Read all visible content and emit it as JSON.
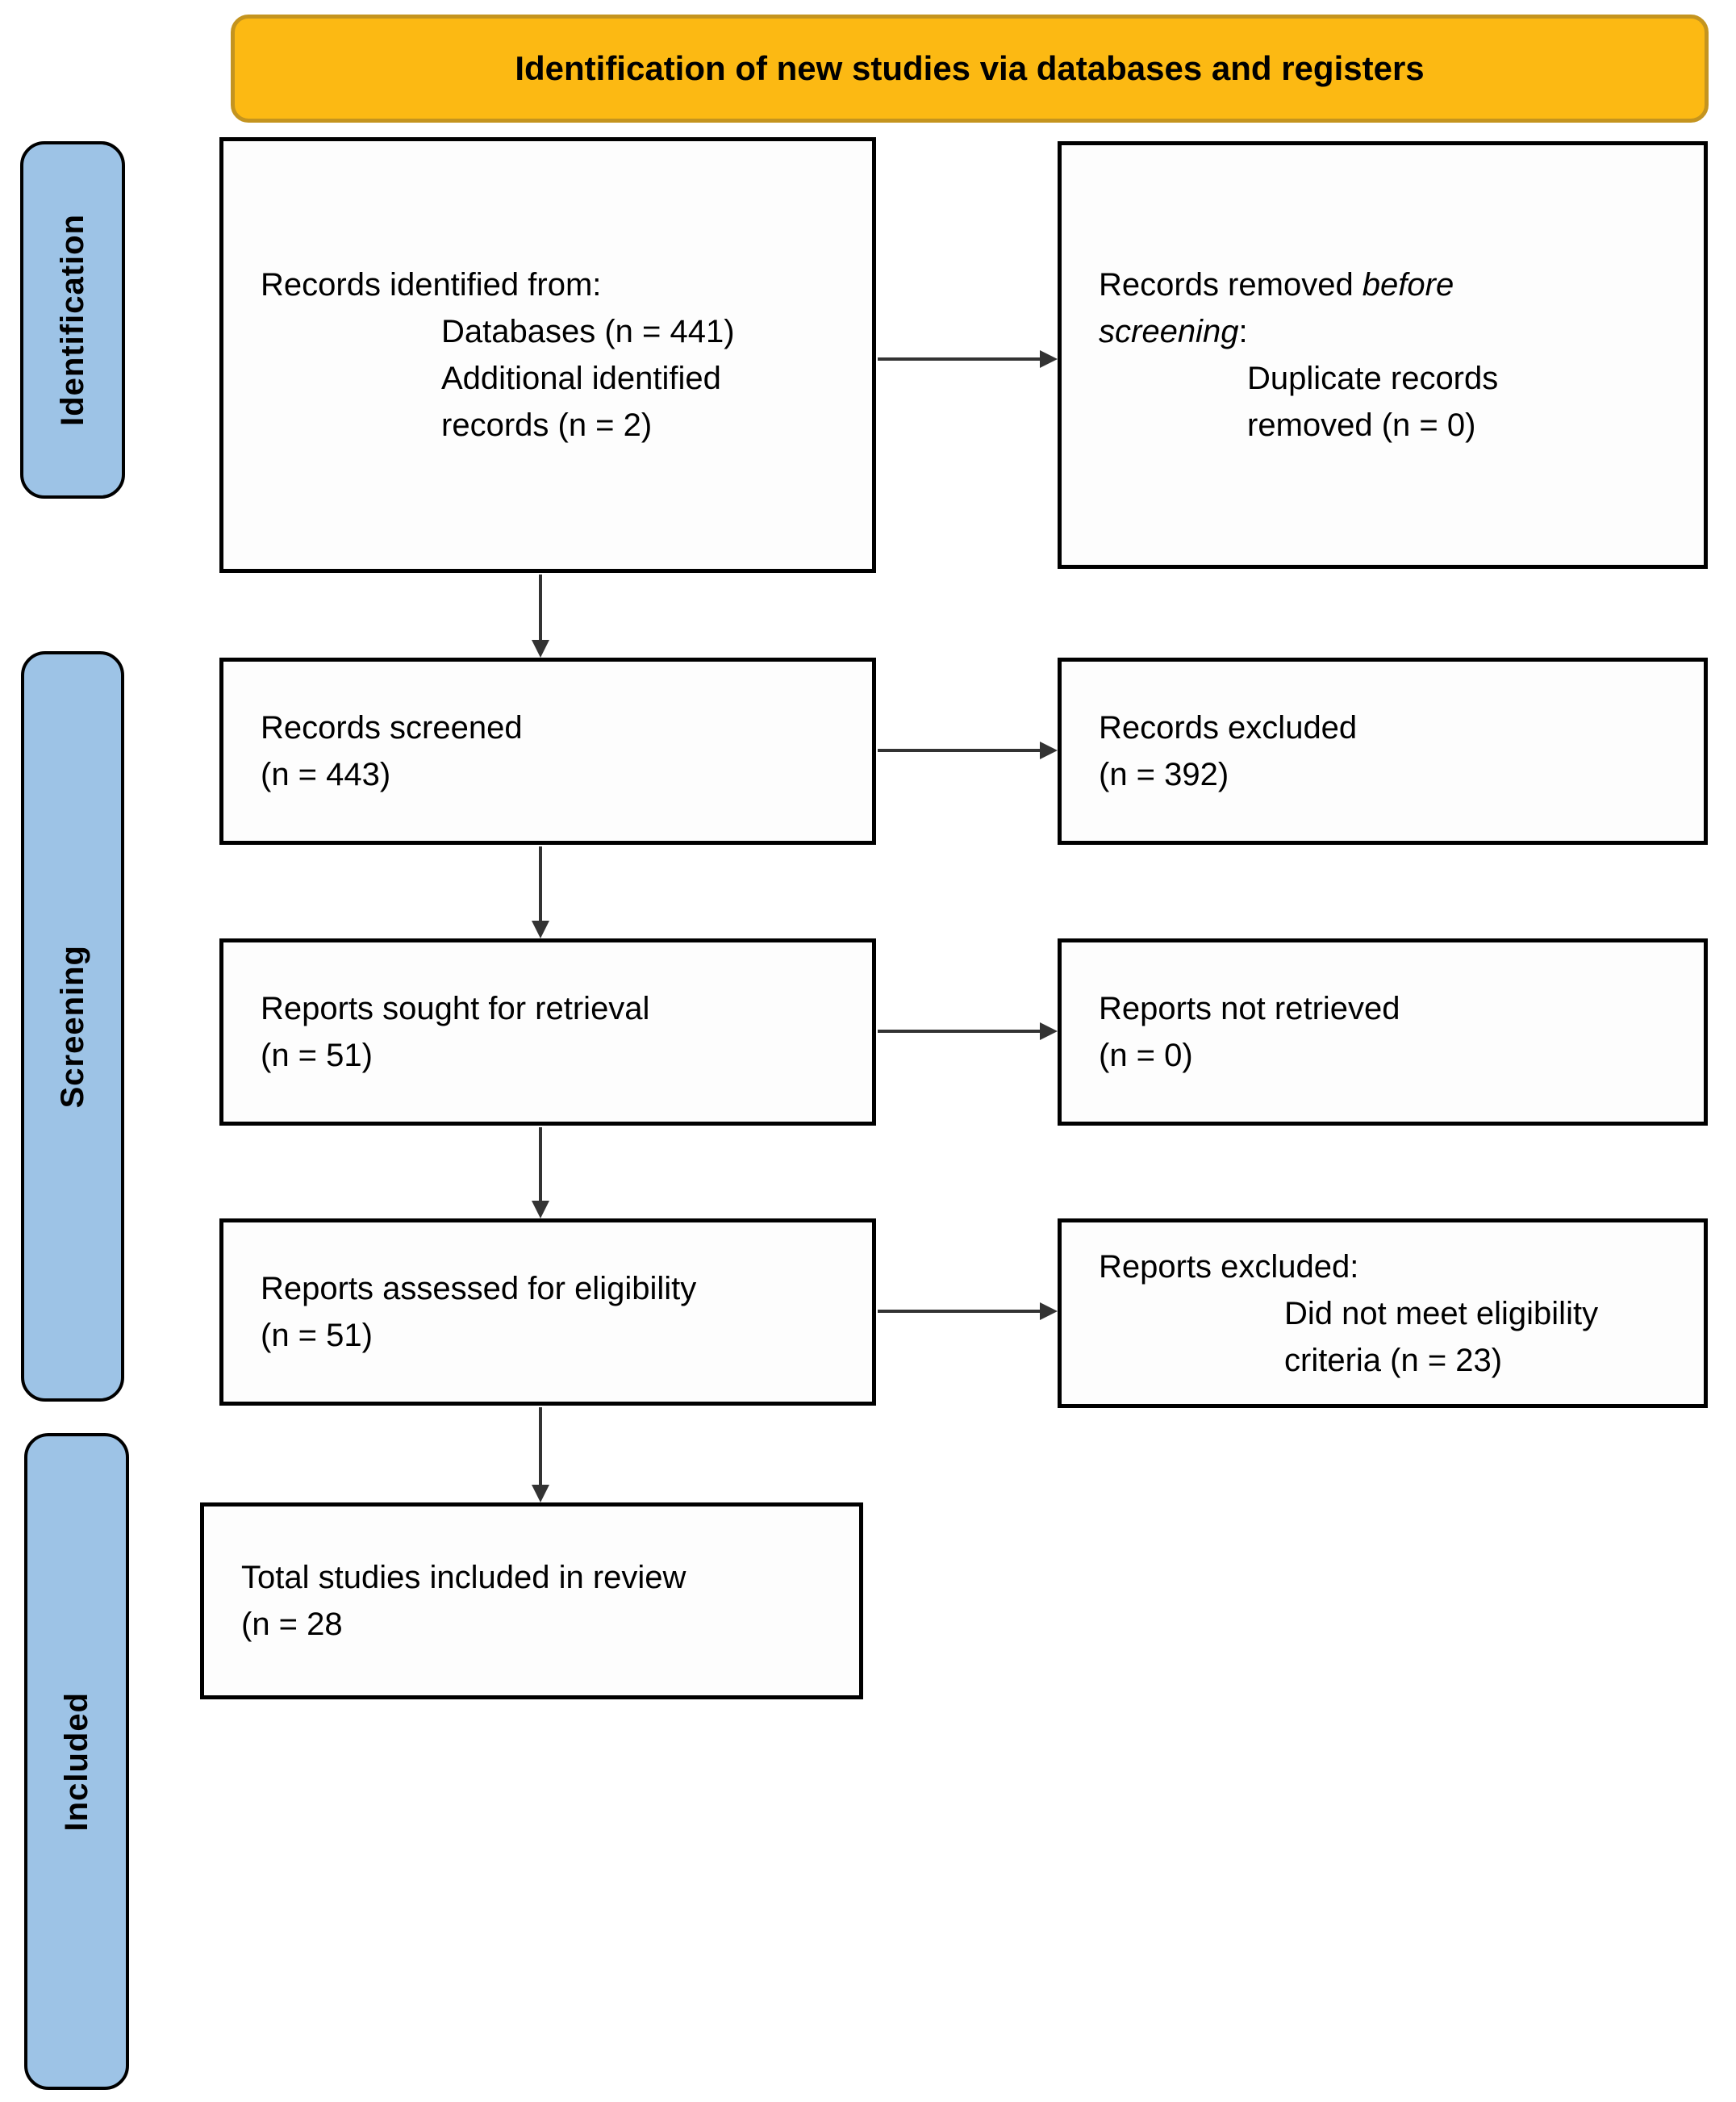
{
  "header": {
    "title": "Identification of new studies via databases and registers"
  },
  "sidebar": {
    "identification": "Identification",
    "screening": "Screening",
    "included": "Included"
  },
  "boxes": {
    "records_identified": {
      "line1": "Records identified from:",
      "indent1": "Databases (n = 441)",
      "indent2": "Additional identified",
      "indent3": "records (n = 2)"
    },
    "records_removed": {
      "line1_normal": "Records removed ",
      "line1_italic": "before",
      "line2_italic": "screening",
      "line2_normal": ":",
      "indent1": "Duplicate records",
      "indent2": "removed (n = 0)"
    },
    "records_screened": {
      "line1": "Records screened",
      "line2": "(n = 443)"
    },
    "records_excluded": {
      "line1": "Records excluded",
      "line2": "(n = 392)"
    },
    "reports_sought": {
      "line1": "Reports sought for retrieval",
      "line2": "(n = 51)"
    },
    "reports_not_retrieved": {
      "line1": "Reports not retrieved",
      "line2": "(n = 0)"
    },
    "reports_assessed": {
      "line1": "Reports assessed for eligibility",
      "line2": "(n = 51)"
    },
    "reports_excluded": {
      "line1": "Reports excluded:",
      "indent1": "Did not meet eligibility",
      "indent2": "criteria (n = 23)"
    },
    "total_included": {
      "line1": "Total studies included in review",
      "line2": "(n = 28"
    }
  },
  "colors": {
    "banner_fill": "#FCB913",
    "banner_border": "#C4941F",
    "stage_fill": "#9DC3E6",
    "stage_border": "#000000",
    "box_border": "#000000",
    "arrow": "#333333"
  }
}
